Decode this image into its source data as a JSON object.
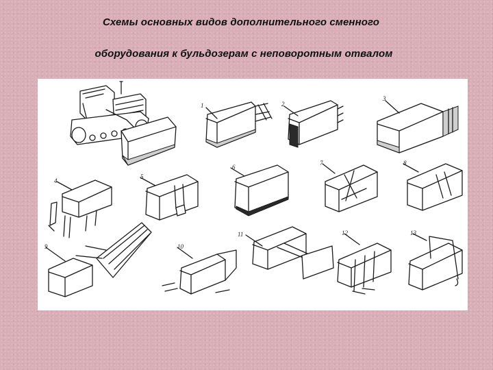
{
  "title": {
    "line1": "Схемы основных видов дополнительного сменного",
    "line2": "оборудования к бульдозерам с неповоротным отвалом"
  },
  "labels": [
    "1",
    "2",
    "3",
    "4",
    "5",
    "6",
    "7",
    "8",
    "9",
    "10",
    "11",
    "12",
    "13"
  ]
}
